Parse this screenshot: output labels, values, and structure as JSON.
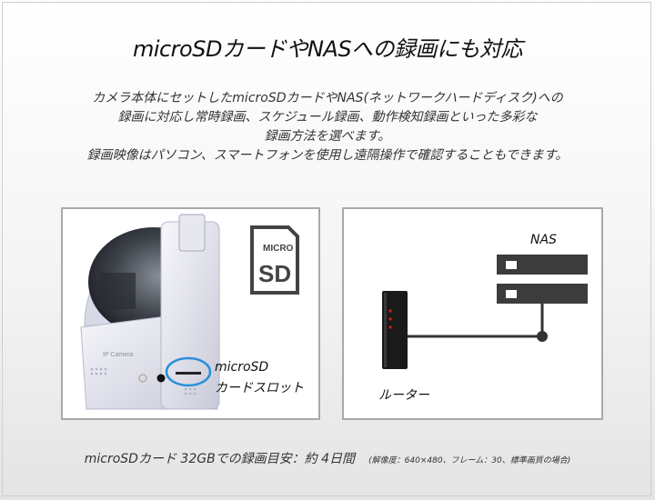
{
  "title": "microSDカードやNASへの録画にも対応",
  "description": [
    "カメラ本体にセットしたmicroSDカードやNAS(ネットワークハードディスク)への",
    "録画に対応し常時録画、スケジュール録画、動作検知録画といった多彩な",
    "録画方法を選べます。",
    "録画映像はパソコン、スマートフォンを使用し遠隔操作で確認することもできます。"
  ],
  "camera_panel": {
    "camera_brand": "IP Camera",
    "sd_logo_top": "MICRO",
    "sd_logo_bottom": "SD",
    "slot_label_line1": "microSD",
    "slot_label_line2": "カードスロット"
  },
  "network_panel": {
    "nas_label": "NAS",
    "router_label": "ルーター"
  },
  "footer": {
    "main": "microSDカード 32GBでの録画目安：約 4日間",
    "note": "(解像度：640×480、フレーム：30、標準画質の場合)"
  },
  "colors": {
    "highlight_circle": "#2a8fd8",
    "rack": "#3c3c3c",
    "cable": "#333333",
    "router_body": "#1a1a1a",
    "router_led": "#d41f1f"
  }
}
